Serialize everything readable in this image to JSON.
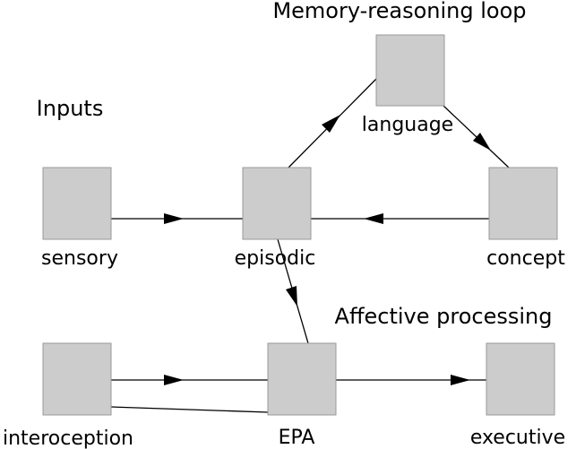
{
  "titles": {
    "memory_loop": "Memory-reasoning loop",
    "inputs": "Inputs",
    "affective": "Affective processing"
  },
  "nodes": {
    "language": "language",
    "sensory": "sensory",
    "episodic": "episodic",
    "concept": "concept",
    "interoception": "interoception",
    "epa": "EPA",
    "executive": "executive"
  },
  "colors": {
    "node_fill": "#cccccc",
    "node_border": "#999999",
    "edge": "#000000"
  }
}
